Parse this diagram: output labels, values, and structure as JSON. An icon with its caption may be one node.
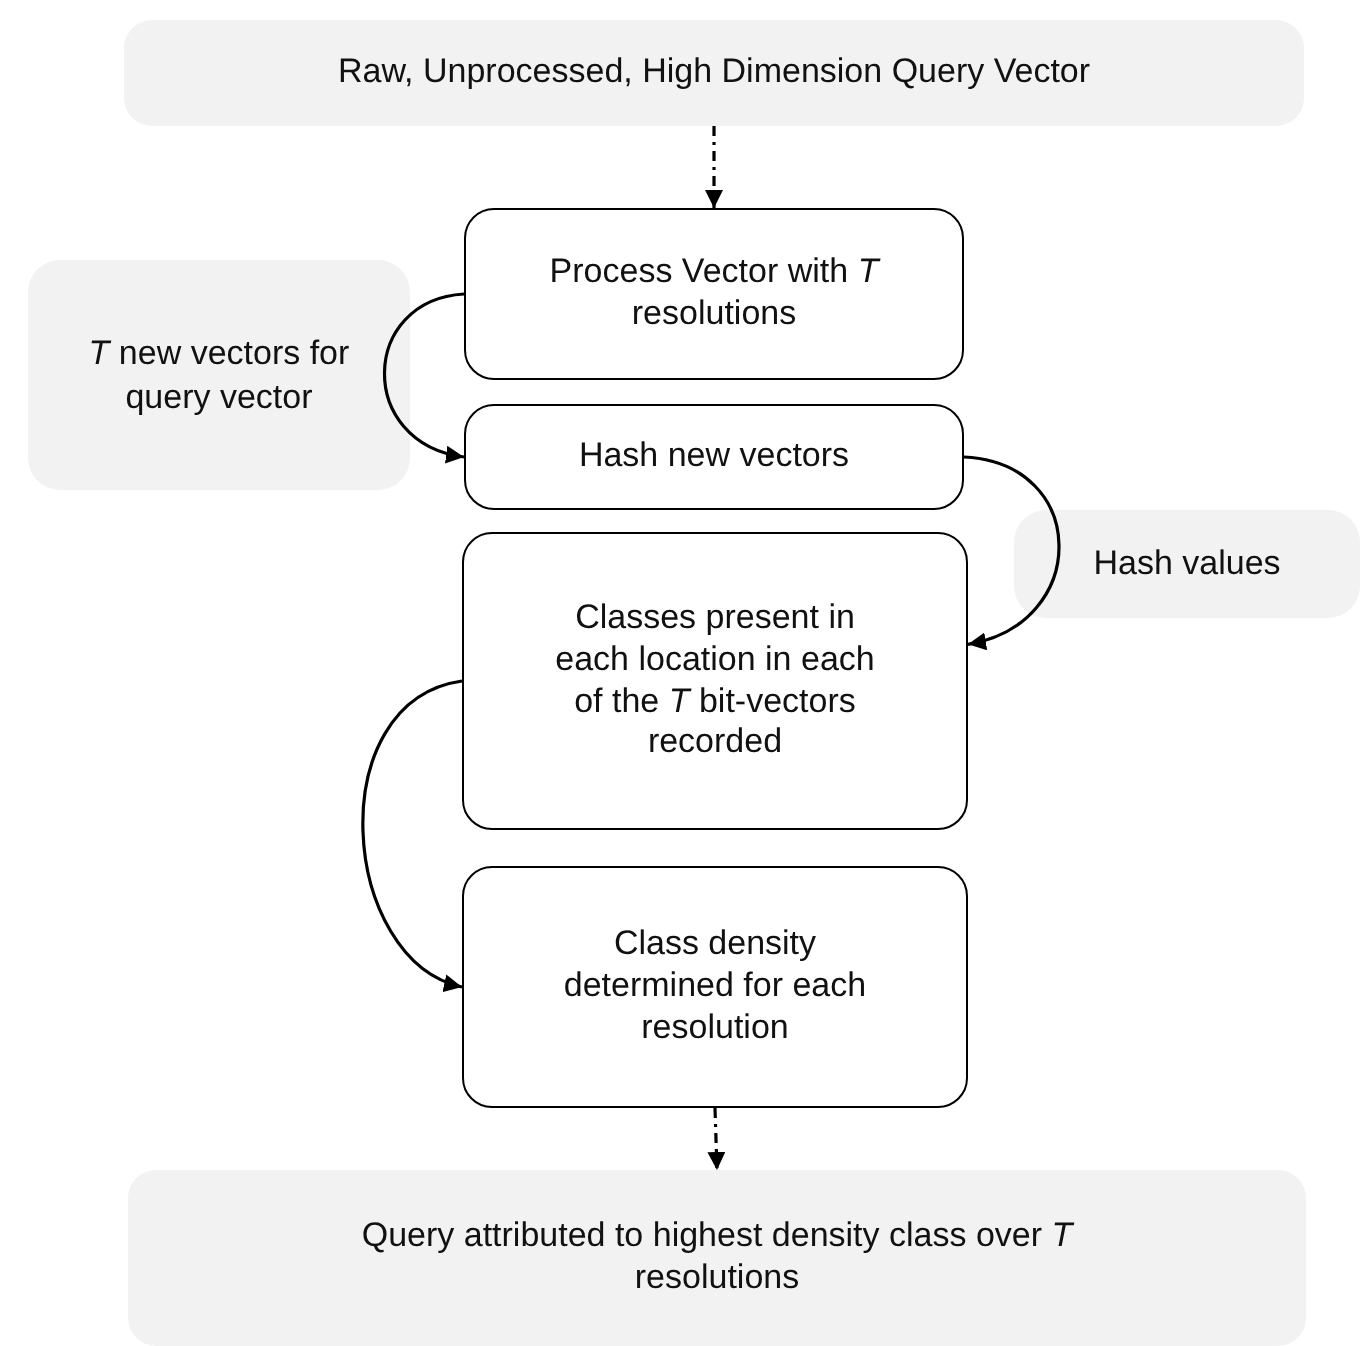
{
  "diagram": {
    "nodes": [
      {
        "text": [
          "Raw, Unprocessed, High Dimension Query Vector"
        ]
      },
      {
        "text": [
          "Process Vector with *T* resolutions"
        ]
      },
      {
        "text": [
          "Hash new vectors"
        ]
      },
      {
        "text": [
          "Classes present in each location in each of the *T* bit-vectors recorded"
        ]
      },
      {
        "text": [
          "Class density determined for each resolution"
        ]
      },
      {
        "text": [
          "Query attributed to highest density class over *T* resolutions"
        ]
      }
    ],
    "edges": [
      {
        "from": 0,
        "to": 1,
        "arrow": "to",
        "style": "dashed"
      },
      {
        "from": 1,
        "to": 2,
        "arrow": "to",
        "label": "*T* new vectors for query vector"
      },
      {
        "from": 2,
        "to": 3,
        "arrow": "to",
        "label": "Hash values"
      },
      {
        "from": 3,
        "to": 4,
        "arrow": "to"
      },
      {
        "from": 4,
        "to": 5,
        "arrow": "to",
        "style": "dashed"
      }
    ]
  }
}
